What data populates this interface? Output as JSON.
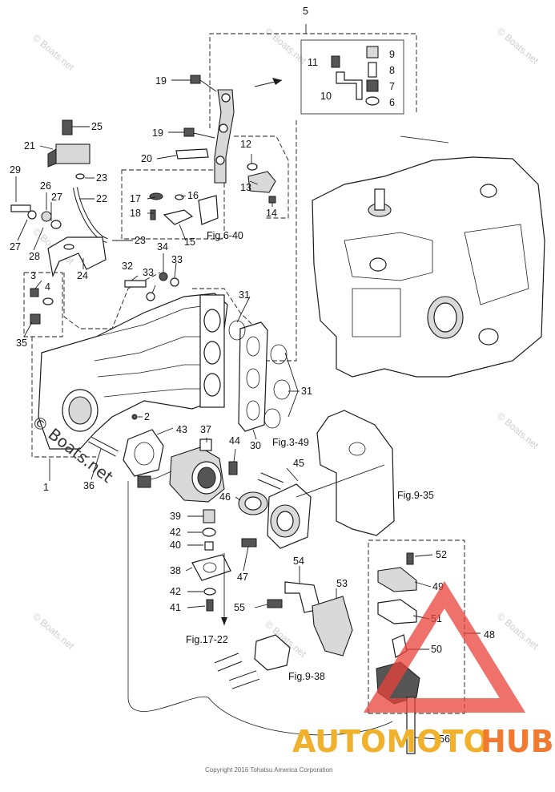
{
  "diagram": {
    "callouts": {
      "c1": "1",
      "c2": "2",
      "c3": "3",
      "c4": "4",
      "c5": "5",
      "c6": "6",
      "c7": "7",
      "c8": "8",
      "c9": "9",
      "c10": "10",
      "c11": "11",
      "c12": "12",
      "c13": "13",
      "c14": "14",
      "c15": "15",
      "c16": "16",
      "c17": "17",
      "c18": "18",
      "c19a": "19",
      "c19b": "19",
      "c20": "20",
      "c21": "21",
      "c22": "22",
      "c23a": "23",
      "c23b": "23",
      "c24": "24",
      "c25": "25",
      "c26": "26",
      "c27a": "27",
      "c27b": "27",
      "c28": "28",
      "c29": "29",
      "c30": "30",
      "c31a": "31",
      "c31b": "31",
      "c32": "32",
      "c33a": "33",
      "c33b": "33",
      "c34": "34",
      "c35": "35",
      "c36": "36",
      "c37": "37",
      "c38": "38",
      "c39": "39",
      "c40": "40",
      "c41": "41",
      "c42a": "42",
      "c42b": "42",
      "c43": "43",
      "c44": "44",
      "c45": "45",
      "c46": "46",
      "c47": "47",
      "c48": "48",
      "c49": "49",
      "c50": "50",
      "c51": "51",
      "c52": "52",
      "c53": "53",
      "c54": "54",
      "c55": "55",
      "c56": "56"
    },
    "figure_refs": {
      "fig640": "Fig.6-40",
      "fig349": "Fig.3-49",
      "fig935": "Fig.9-35",
      "fig1722": "Fig.17-22",
      "fig938": "Fig.9-38"
    }
  },
  "watermarks": {
    "small": "© Boats.net",
    "large": "© Boats.net"
  },
  "copyright": "Copyright 2016 Tohatsu America Corporation",
  "logo": {
    "part1": "AUTOMOTO",
    "part2": "HUB",
    "color_part1": "#f0b12c",
    "color_part2": "#f07a30",
    "triangle_color": "#e8413a"
  }
}
